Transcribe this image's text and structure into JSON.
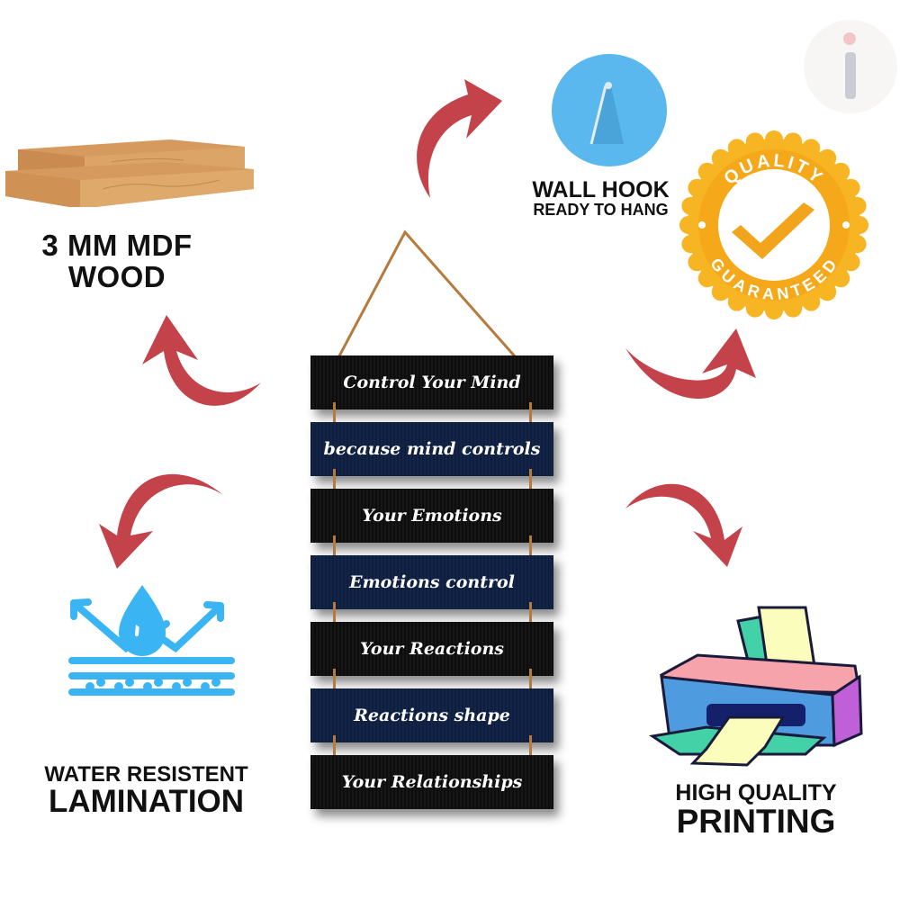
{
  "features": {
    "wood": {
      "line1": "3 MM MDF",
      "line2": "WOOD"
    },
    "hook": {
      "line1": "WALL HOOK",
      "line2": "READY TO HANG"
    },
    "quality_badge": {
      "top_text": "QUALITY",
      "bottom_text": "GUARANTEED"
    },
    "lamination": {
      "line1": "WATER RESISTENT",
      "line2": "LAMINATION"
    },
    "printing": {
      "line1": "HIGH QUALITY",
      "line2": "PRINTING"
    }
  },
  "wall_hanging": {
    "planks": [
      {
        "text": "Control Your Mind",
        "color": "black"
      },
      {
        "text": "because mind controls",
        "color": "navy"
      },
      {
        "text": "Your Emotions",
        "color": "black"
      },
      {
        "text": "Emotions control",
        "color": "navy"
      },
      {
        "text": "Your Reactions",
        "color": "black"
      },
      {
        "text": "Reactions shape",
        "color": "navy"
      },
      {
        "text": "Your Relationships",
        "color": "black"
      }
    ]
  },
  "colors": {
    "arrow": "#c4424a",
    "hook_blue": "#5ab8ee",
    "badge_gold": "#f5b324",
    "water_blue": "#3ab4f2"
  }
}
